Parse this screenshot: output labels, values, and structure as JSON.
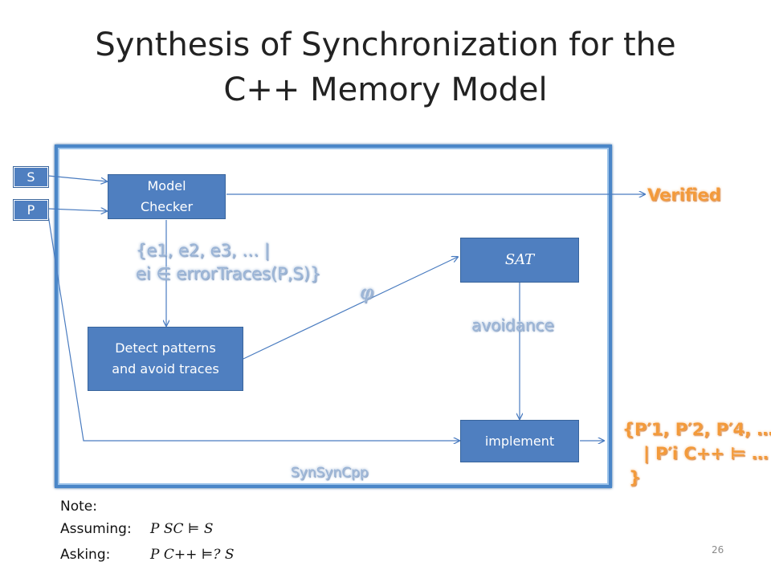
{
  "title_line1": "Synthesis of Synchronization for the",
  "title_line2": "C++ Memory Model",
  "inputs": {
    "s": "S",
    "p": "P"
  },
  "boxes": {
    "model_checker_line1": "Model",
    "model_checker_line2": "Checker",
    "detect_line1": "Detect patterns",
    "detect_line2": "and avoid traces",
    "sat": "SAT",
    "implement": "implement"
  },
  "labels": {
    "verified": "Verified",
    "traces_line1": "{e1, e2, e3, … |",
    "traces_line2": "ei ∈ errorTraces(P,S)}",
    "phi": "φ",
    "avoidance": "avoidance",
    "synsyncpp": "SynSynCpp",
    "output_line1": "{P′1, P′2, P′4, …",
    "output_line2": "| P′i C++ ⊨ …",
    "output_line3": "}"
  },
  "note": {
    "heading": "Note:",
    "assuming_label": "Assuming:",
    "assuming_formula": "P SC ⊨ S",
    "asking_label": "Asking:",
    "asking_formula": "P C++ ⊨? S"
  },
  "slide_number": "26",
  "colors": {
    "box_fill": "#4f7fc0",
    "frame": "#4a86c8",
    "orange": "#f39a3a"
  }
}
